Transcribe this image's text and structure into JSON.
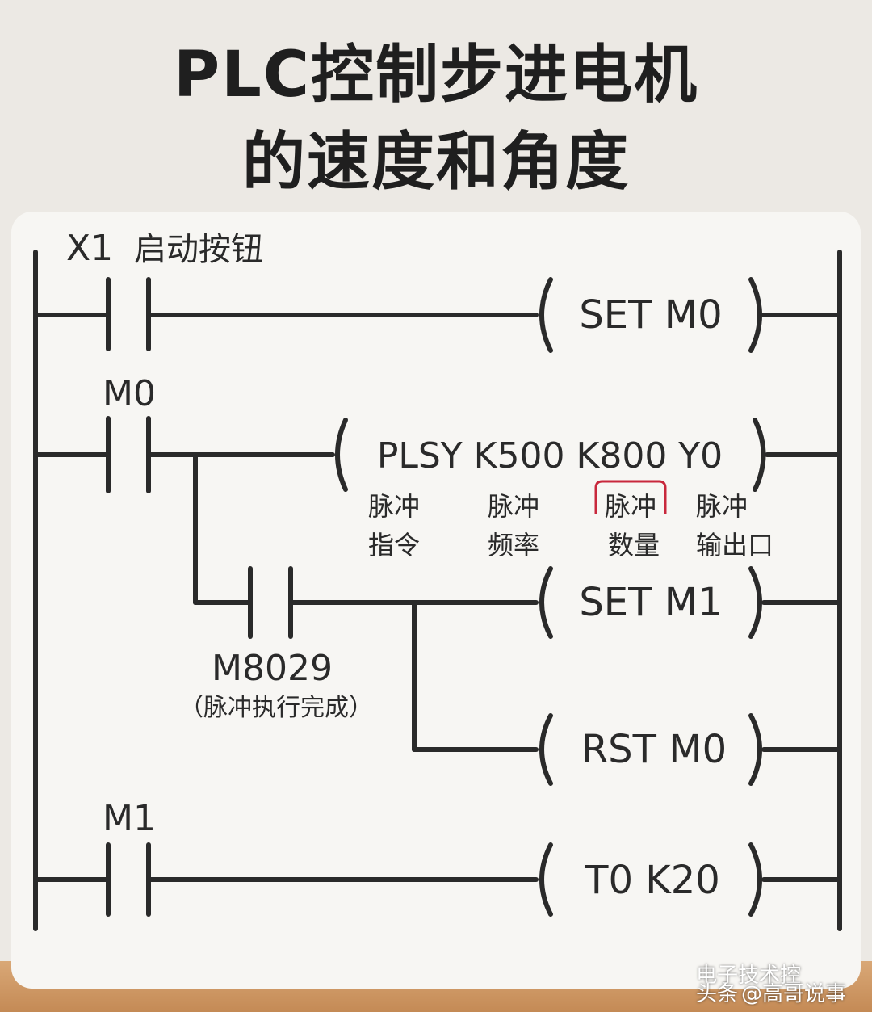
{
  "title": {
    "line1": "PLC控制步进电机",
    "line2": "的速度和角度"
  },
  "ladder": {
    "rung1": {
      "contact": "X1",
      "contact_note": "启动按钮",
      "coil": "SET M0"
    },
    "rung2": {
      "contact": "M0",
      "instruction": "PLSY K500 K800 Y0",
      "params": [
        {
          "line1": "脉冲",
          "line2": "指令"
        },
        {
          "line1": "脉冲",
          "line2": "频率"
        },
        {
          "line1": "脉冲",
          "line2": "数量"
        },
        {
          "line1": "脉冲",
          "line2": "输出口"
        }
      ],
      "highlighted_param_index": 2,
      "branch_contact": "M8029",
      "branch_contact_note": "（脉冲执行完成）",
      "coil_set": "SET M1",
      "coil_rst": "RST M0"
    },
    "rung3": {
      "contact": "M1",
      "coil": "T0 K20"
    }
  },
  "watermark": {
    "prefix": "头条",
    "account": "@高哥说事",
    "overlay": "电子技术控"
  },
  "colors": {
    "line": "#2a2a2a",
    "highlight": "#c8283c",
    "card": "#f7f6f3",
    "background": "#ece9e4"
  }
}
